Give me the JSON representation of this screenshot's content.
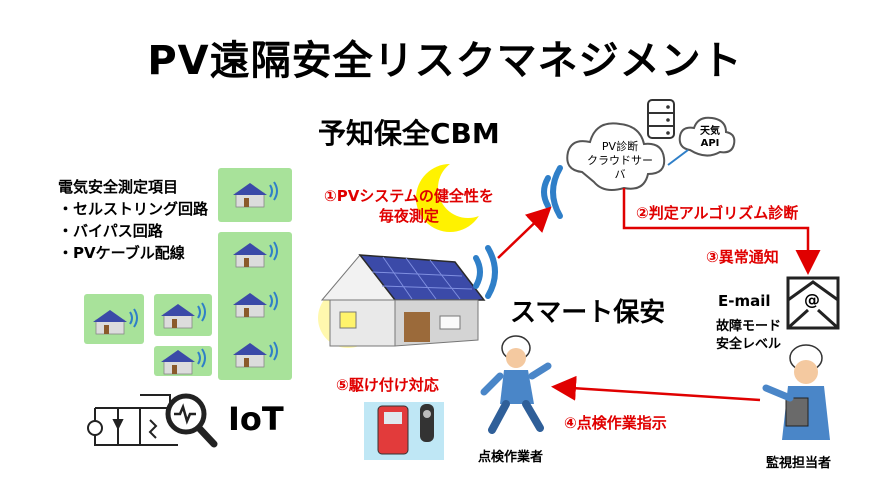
{
  "title": "PV遠隔安全リスクマネジメント",
  "subtitle": "予知保全CBM",
  "measurement": {
    "heading": "電気安全測定項目",
    "items": [
      "・セルストリング回路",
      "・バイパス回路",
      "・PVケーブル配線"
    ]
  },
  "iot_label": "IoT",
  "cloud": {
    "line1": "PV診断",
    "line2": "クラウドサーバ"
  },
  "weather": {
    "line1": "天気",
    "line2": "API"
  },
  "steps": {
    "s1_line1": "①PVシステムの健全性を",
    "s1_line2": "毎夜測定",
    "s2": "②判定アルゴリズム診断",
    "s3": "③異常通知",
    "s4": "④点検作業指示",
    "s5": "⑤駆け付け対応"
  },
  "email": {
    "label": "E-mail",
    "line1": "故障モード",
    "line2": "安全レベル",
    "at": "@"
  },
  "smart": "スマート保安",
  "worker_label": "点検作業者",
  "supervisor_label": "監視担当者",
  "colors": {
    "arrow": "#e00000",
    "tile": "#a8e29a",
    "roof": "#3b4aa8",
    "wall": "#e9e9e9",
    "sun": "#fff200",
    "wave": "#2f7fc8"
  }
}
